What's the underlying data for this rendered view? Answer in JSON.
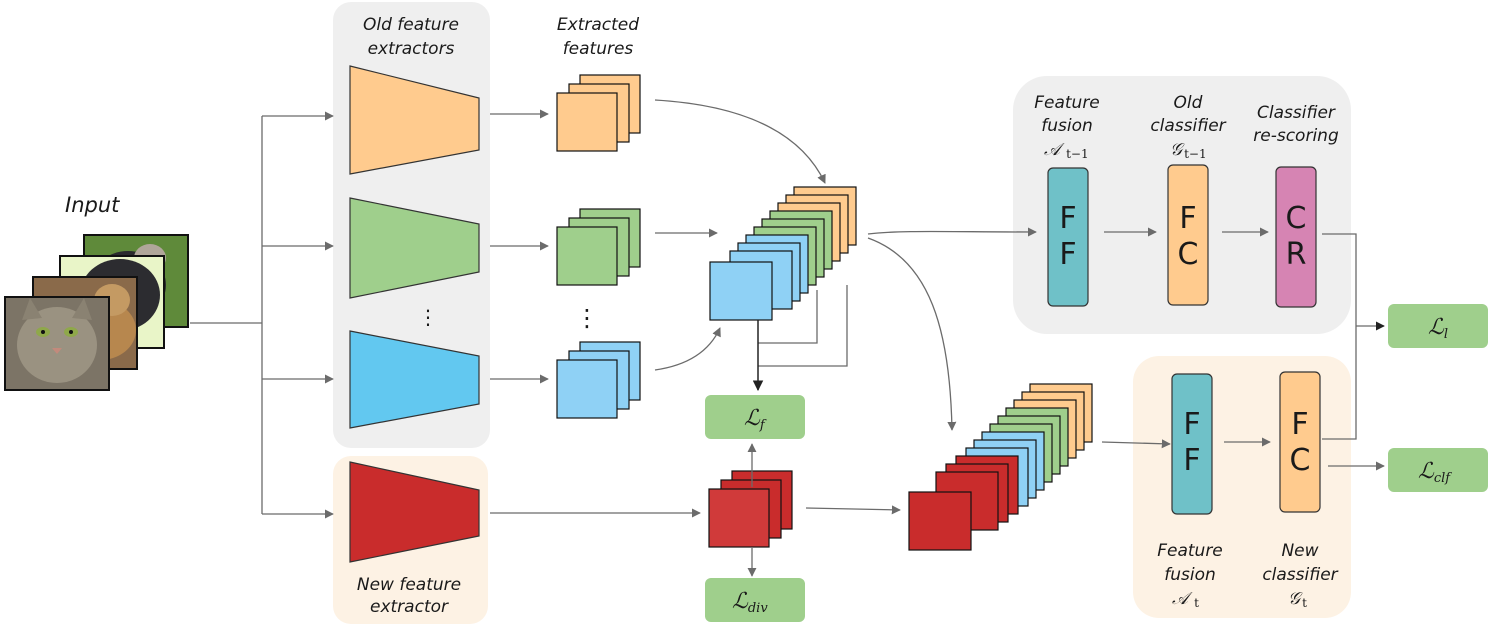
{
  "labels": {
    "input": "Input",
    "old_extractors_1": "Old feature",
    "old_extractors_2": "extractors",
    "extracted_1": "Extracted",
    "extracted_2": "features",
    "new_extractor_1": "New feature",
    "new_extractor_2": "extractor",
    "ellipsis_v": "⋮",
    "ff_old_cap_1": "Feature",
    "ff_old_cap_2": "fusion",
    "ff_old_sym": "𝒜",
    "ff_old_sub": "t−1",
    "fc_old_cap_1": "Old",
    "fc_old_cap_2": "classifier",
    "fc_old_sym": "𝒢",
    "fc_old_sub": "t−1",
    "cr_cap_1": "Classifier",
    "cr_cap_2": "re-scoring",
    "ff_new_cap_1": "Feature",
    "ff_new_cap_2": "fusion",
    "ff_new_sym": "𝒜",
    "ff_new_sub": "t",
    "fc_new_cap_1": "New",
    "fc_new_cap_2": "classifier",
    "fc_new_sym": "𝒢",
    "fc_new_sub": "t"
  },
  "blocks": {
    "ff_old_1": "F",
    "ff_old_2": "F",
    "fc_old_1": "F",
    "fc_old_2": "C",
    "cr_1": "C",
    "cr_2": "R",
    "ff_new_1": "F",
    "ff_new_2": "F",
    "fc_new_1": "F",
    "fc_new_2": "C"
  },
  "losses": {
    "symbol": "ℒ",
    "f": "f",
    "div": "div",
    "l": "l",
    "clf": "clf"
  },
  "colors": {
    "orange": "#ffcb8e",
    "green": "#9fcf8c",
    "blue": "#62c8f0",
    "lightblue": "#8fd1f5",
    "red": "#c92c2c",
    "teal": "#6fc1c8",
    "pink": "#d684b3",
    "loss_green": "#9fcf8c",
    "panel_gray": "#efefef",
    "panel_cream": "#fdf2e4"
  },
  "icons": {
    "cat1": "cat-photo-icon",
    "cat2": "dog-cat-photo-icon"
  }
}
